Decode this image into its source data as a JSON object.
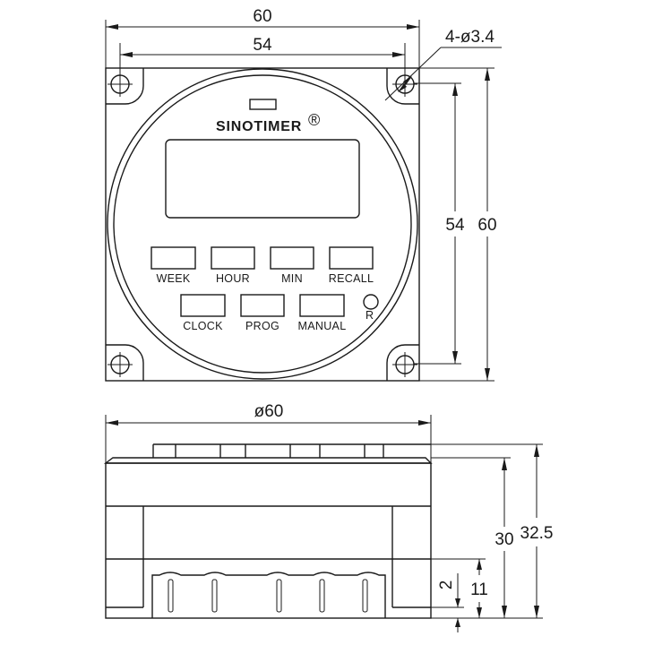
{
  "top_view": {
    "brand": "SINOTIMER",
    "registered_mark": "®",
    "buttons_row1": [
      {
        "label": "WEEK"
      },
      {
        "label": "HOUR"
      },
      {
        "label": "MIN"
      },
      {
        "label": "RECALL"
      }
    ],
    "buttons_row2": [
      {
        "label": "CLOCK"
      },
      {
        "label": "PROG"
      },
      {
        "label": "MANUAL"
      }
    ],
    "reset_label": "R",
    "dimensions": {
      "overall_width": "60",
      "hole_spacing_width": "54",
      "hole_spec": "4-ø3.4",
      "hole_spacing_height": "54",
      "overall_height": "60"
    }
  },
  "side_view": {
    "dimensions": {
      "diameter": "ø60",
      "body_height": "30",
      "total_height": "32.5",
      "terminal_height": "11",
      "base_offset": "2"
    }
  },
  "colors": {
    "line": "#1a1a1a",
    "background": "#ffffff"
  }
}
